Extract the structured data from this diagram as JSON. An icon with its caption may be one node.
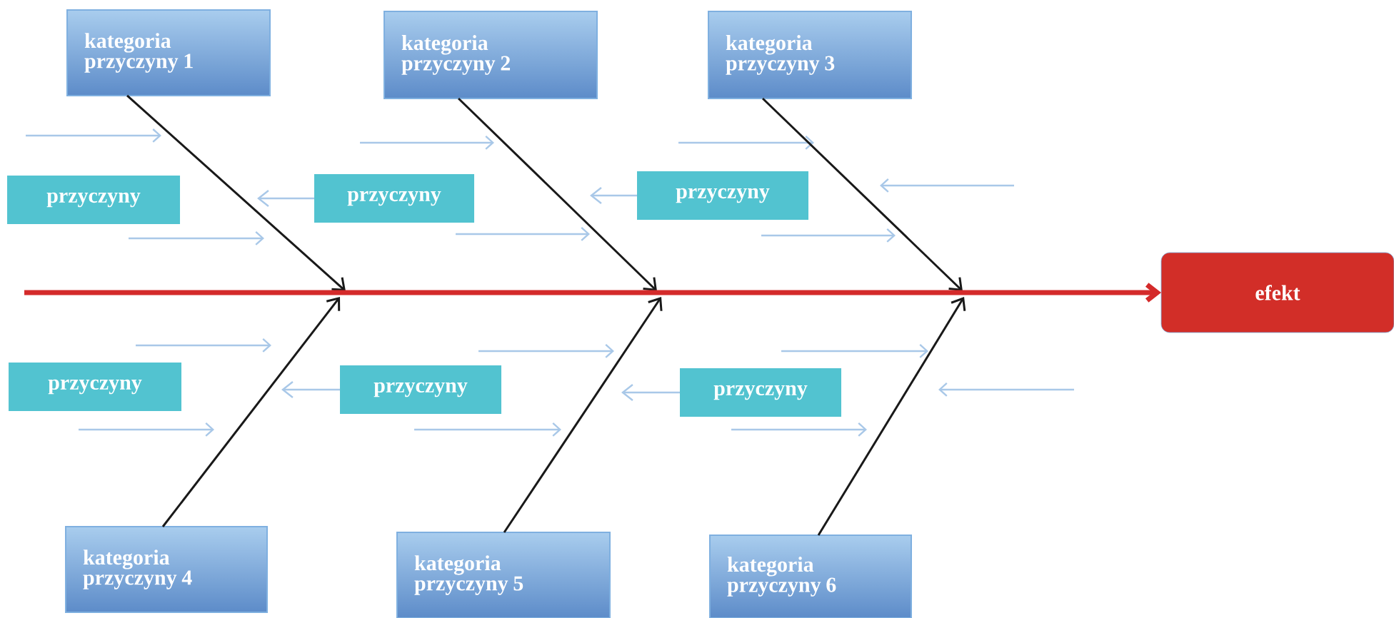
{
  "diagram": {
    "nodes": [
      {
        "text": [
          "kategoria przyczyny 1"
        ]
      },
      {
        "text": [
          "kategoria przyczyny 2"
        ]
      },
      {
        "text": [
          "kategoria przyczyny 3"
        ]
      },
      {
        "text": [
          "przyczyny"
        ]
      },
      {
        "text": [
          "przyczyny"
        ]
      },
      {
        "text": [
          "przyczyny"
        ]
      },
      {
        "text": [
          "efekt"
        ]
      },
      {
        "text": [
          "przyczyny"
        ]
      },
      {
        "text": [
          "przyczyny"
        ]
      },
      {
        "text": [
          "przyczyny"
        ]
      },
      {
        "text": [
          "kategoria przyczyny 4"
        ]
      },
      {
        "text": [
          "kategoria przyczyny 5"
        ]
      },
      {
        "text": [
          "kategoria przyczyny 6"
        ]
      }
    ],
    "edges": [
      {
        "from": 0,
        "to": null,
        "arrow": "to"
      },
      {
        "from": 1,
        "to": null,
        "arrow": "to"
      },
      {
        "from": 2,
        "to": null,
        "arrow": "to"
      },
      {
        "from": 10,
        "to": null,
        "arrow": "to"
      },
      {
        "from": 11,
        "to": null,
        "arrow": "to"
      },
      {
        "from": 12,
        "to": null,
        "arrow": "to"
      },
      {
        "from": null,
        "to": 6,
        "arrow": "to",
        "style": "thick",
        "color": "#d42a2a"
      },
      {
        "from": 4,
        "to": null,
        "arrow": "to",
        "color": "#a9c8e8"
      },
      {
        "from": 5,
        "to": null,
        "arrow": "to",
        "color": "#a9c8e8"
      },
      {
        "from": 8,
        "to": null,
        "arrow": "to",
        "color": "#a9c8e8"
      },
      {
        "from": 9,
        "to": null,
        "arrow": "to",
        "color": "#a9c8e8"
      }
    ]
  }
}
